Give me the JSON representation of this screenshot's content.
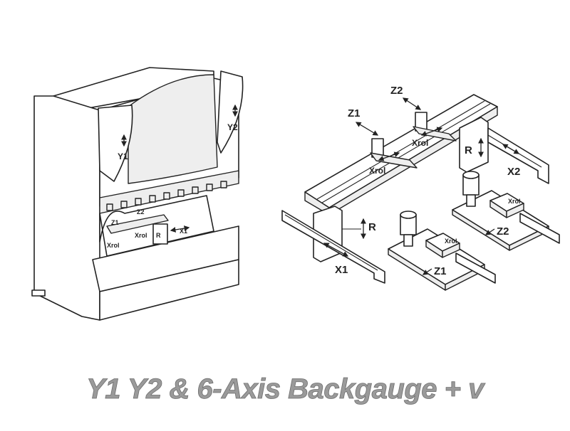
{
  "diagram": {
    "caption": "Y1 Y2 & 6-Axis Backgauge + v",
    "press_brake": {
      "cylinder_left_label": "Y1",
      "cylinder_right_label": "Y2",
      "inner_labels": {
        "z1": "Z1",
        "z2": "Z2",
        "r": "R",
        "x1": "X1",
        "xrol_a": "Xrol",
        "xrol_b": "Xrol"
      }
    },
    "backgauge": {
      "z1_label": "Z1",
      "z2_label": "Z2",
      "xrol_left_label": "Xrol",
      "xrol_right_label": "Xrol",
      "r_right_label": "R",
      "r_left_label": "R",
      "x1_label": "X1",
      "x2_label": "X2",
      "finger_right_xrol_label": "Xrol",
      "finger_right_z_label": "Z2",
      "finger_left_xrol_label": "Xrol",
      "finger_left_z_label": "Z1"
    }
  }
}
